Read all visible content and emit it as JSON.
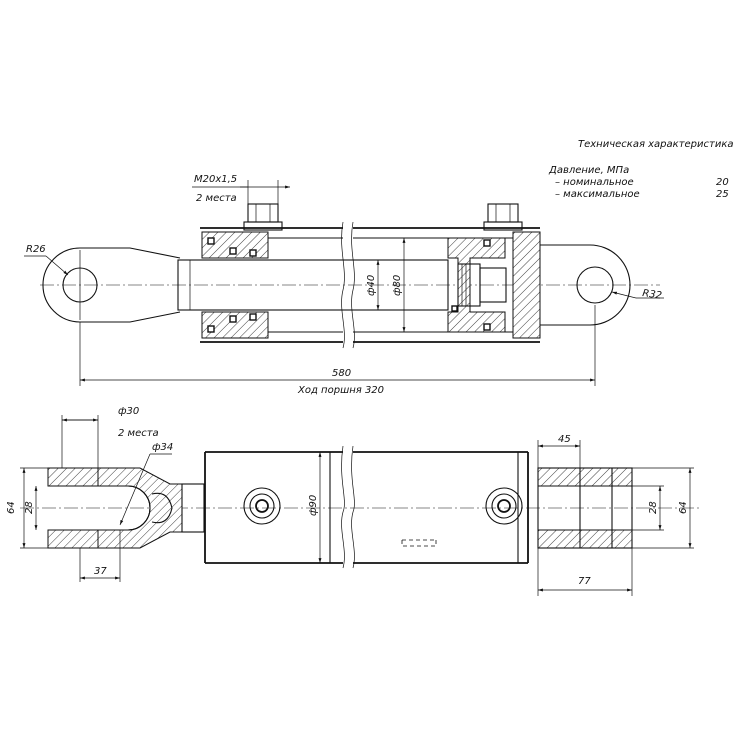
{
  "spec": {
    "title": "Техническая характеристика",
    "pressure_label": "Давление, МПа",
    "rows": [
      {
        "label": "– номинальное",
        "value": "20"
      },
      {
        "label": "– максимальное",
        "value": "25"
      }
    ]
  },
  "top_view": {
    "port_thread": "М20х1,5",
    "port_count": "2 места",
    "radius_left": "R26",
    "radius_right": "R32",
    "rod_diameter": "ф40",
    "bore_diameter": "ф80",
    "overall_length": "580",
    "stroke": "Ход поршня 320"
  },
  "bottom_view": {
    "pin_hole": "ф30",
    "pin_hole_count": "2 места",
    "ball_diameter": "ф34",
    "body_diameter": "ф90",
    "left_height": "64",
    "left_slot": "28",
    "left_length": "37",
    "right_width": "45",
    "right_slot": "28",
    "right_height": "64",
    "right_length": "77"
  }
}
